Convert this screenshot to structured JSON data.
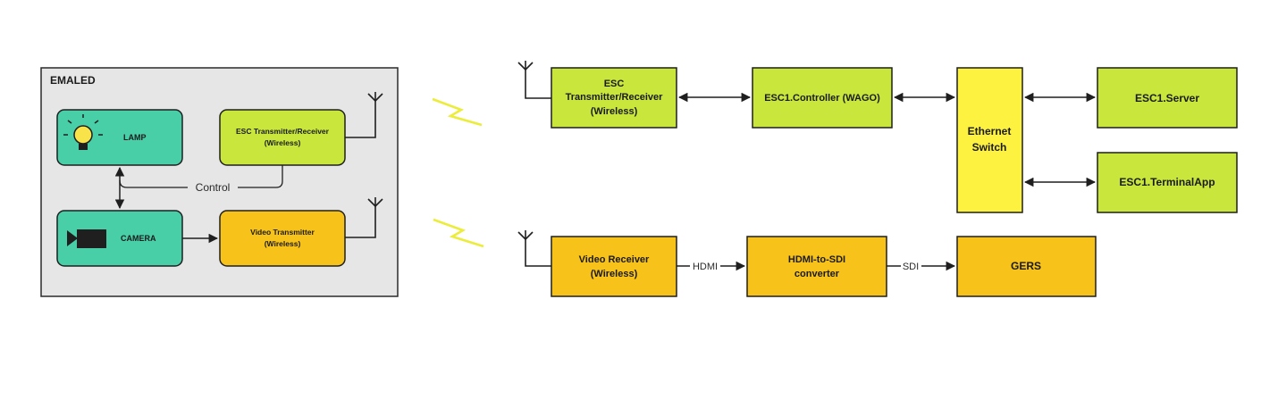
{
  "container": {
    "title": "EMALED"
  },
  "nodes": {
    "lamp": {
      "label": "LAMP",
      "icon": "light-bulb-icon",
      "color": "#48cfa8"
    },
    "camera": {
      "label": "CAMERA",
      "icon": "video-camera-icon",
      "color": "#48cfa8"
    },
    "esc_tx_local": {
      "line1": "ESC Transmitter/Receiver",
      "line2": "(Wireless)",
      "color": "#c8e63c"
    },
    "video_tx": {
      "line1": "Video Transmitter",
      "line2": "(Wireless)",
      "color": "#f7c21a"
    },
    "esc_tx_remote": {
      "line1": "ESC",
      "line2": "Transmitter/Receiver",
      "line3": "(Wireless)",
      "color": "#c8e63c"
    },
    "esc_controller": {
      "label": "ESC1.Controller (WAGO)",
      "color": "#c8e63c"
    },
    "ethernet_switch": {
      "line1": "Ethernet",
      "line2": "Switch",
      "color": "#fdf240"
    },
    "esc_server": {
      "label": "ESC1.Server",
      "color": "#c8e63c"
    },
    "esc_terminal": {
      "label": "ESC1.TerminalApp",
      "color": "#c8e63c"
    },
    "video_rx": {
      "line1": "Video Receiver",
      "line2": "(Wireless)",
      "color": "#f7c21a"
    },
    "hdmi_sdi": {
      "line1": "HDMI-to-SDI",
      "line2": "converter",
      "color": "#f7c21a"
    },
    "gers": {
      "label": "GERS",
      "color": "#f7c21a"
    }
  },
  "edges": {
    "control": {
      "label": "Control"
    },
    "hdmi": {
      "label": "HDMI"
    },
    "sdi": {
      "label": "SDI"
    }
  },
  "colors": {
    "container_fill": "#e6e6e6",
    "stroke": "#1f1f1f",
    "wireless_signal": "#ecec3a"
  }
}
